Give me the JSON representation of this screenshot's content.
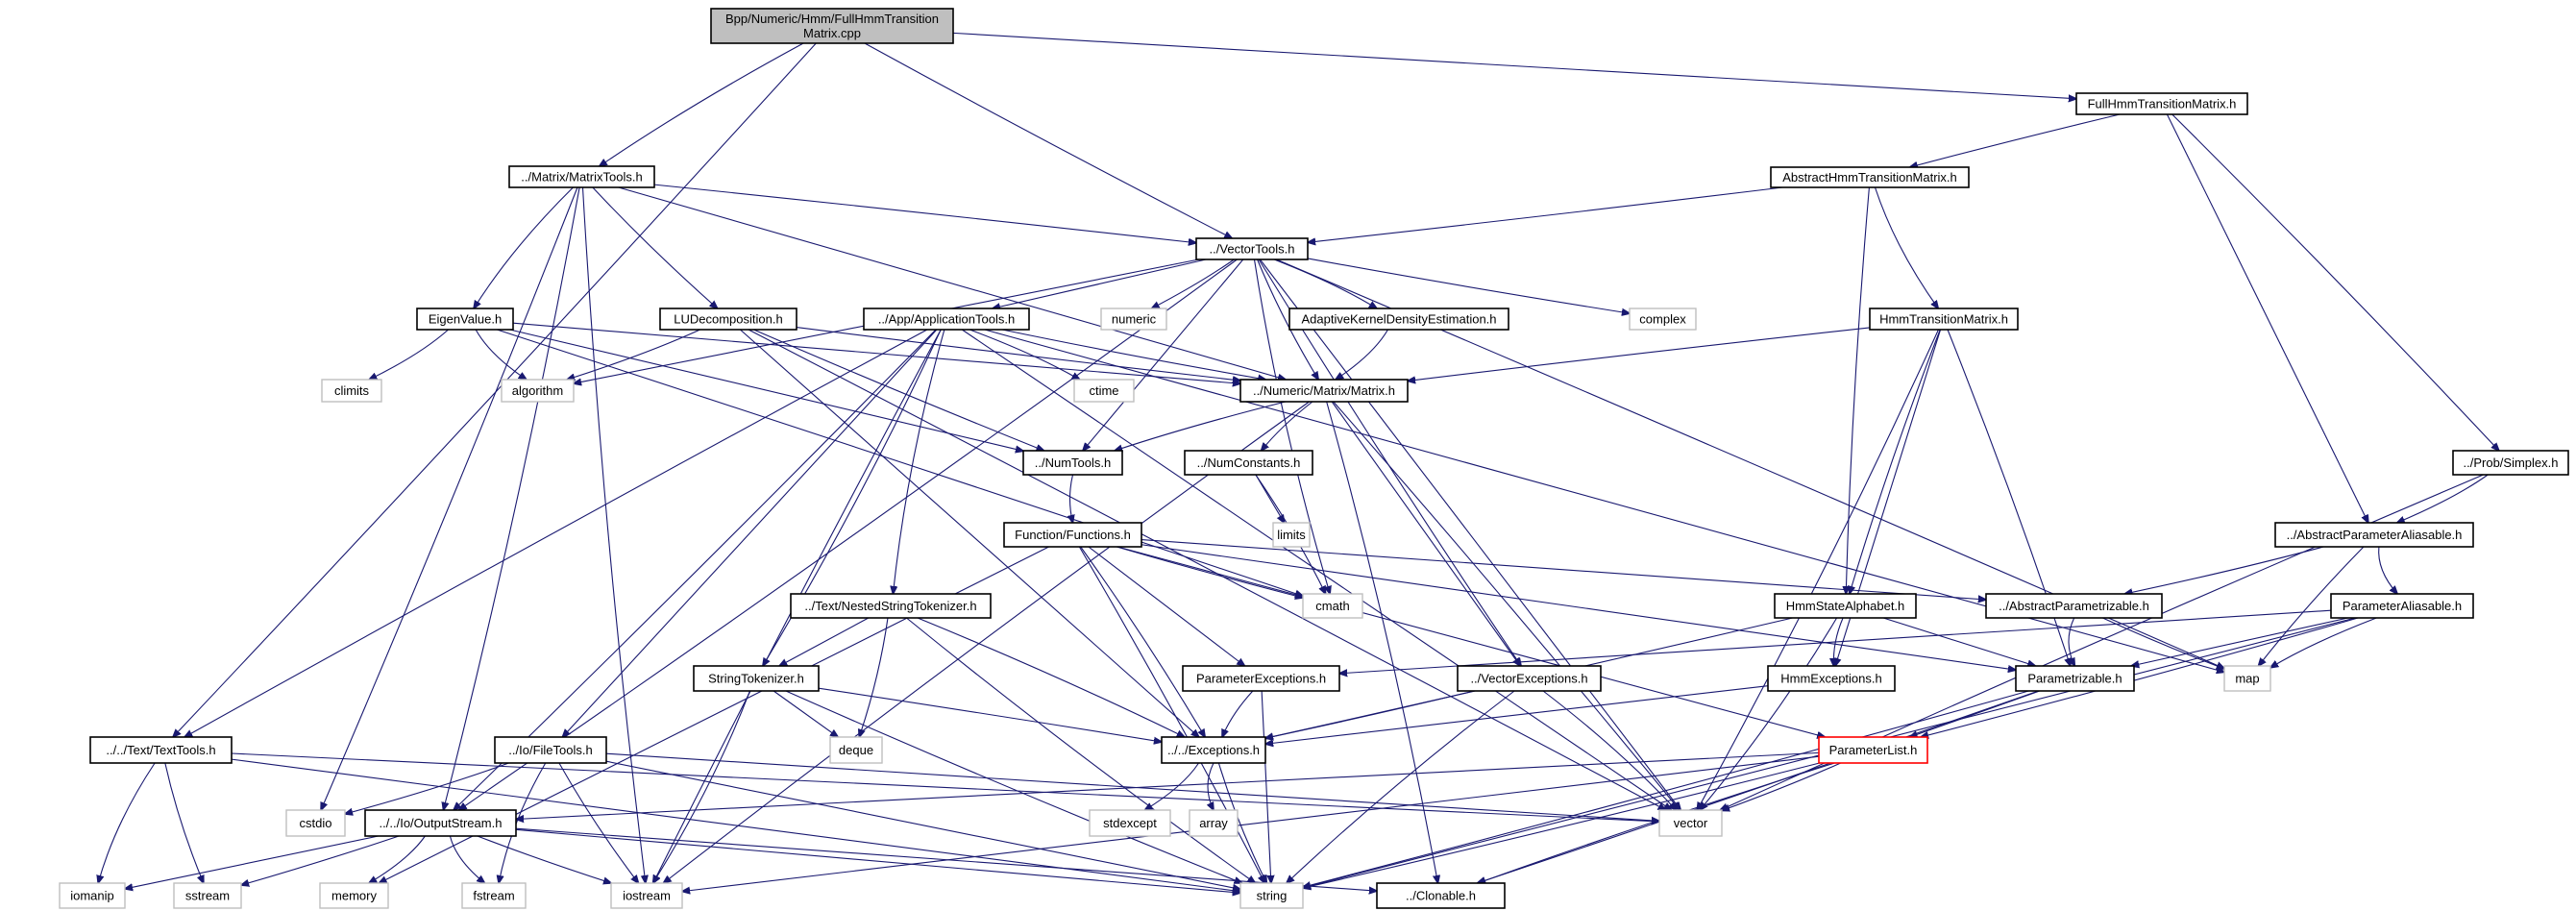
{
  "diagram": {
    "type": "include-dependency-graph",
    "edge_color": "#191970",
    "highlight_color": "#ff0000",
    "root_fill": "#bfbfbf",
    "nodes": [
      {
        "id": "root",
        "lines": [
          "Bpp/Numeric/Hmm/FullHmmTransition",
          "Matrix.cpp"
        ],
        "kind": "root"
      },
      {
        "id": "matrixtools",
        "lines": [
          "../Matrix/MatrixTools.h"
        ],
        "kind": "file"
      },
      {
        "id": "vectortools",
        "lines": [
          "../VectorTools.h"
        ],
        "kind": "file"
      },
      {
        "id": "fullhmm",
        "lines": [
          "FullHmmTransitionMatrix.h"
        ],
        "kind": "file"
      },
      {
        "id": "abstracthmm",
        "lines": [
          "AbstractHmmTransitionMatrix.h"
        ],
        "kind": "file"
      },
      {
        "id": "eigenvalue",
        "lines": [
          "EigenValue.h"
        ],
        "kind": "file"
      },
      {
        "id": "ludecomp",
        "lines": [
          "LUDecomposition.h"
        ],
        "kind": "file"
      },
      {
        "id": "apptools",
        "lines": [
          "../App/ApplicationTools.h"
        ],
        "kind": "file"
      },
      {
        "id": "numeric",
        "lines": [
          "numeric"
        ],
        "kind": "sys"
      },
      {
        "id": "akde",
        "lines": [
          "AdaptiveKernelDensityEstimation.h"
        ],
        "kind": "file"
      },
      {
        "id": "complex",
        "lines": [
          "complex"
        ],
        "kind": "sys"
      },
      {
        "id": "hmmtm",
        "lines": [
          "HmmTransitionMatrix.h"
        ],
        "kind": "file"
      },
      {
        "id": "climits",
        "lines": [
          "climits"
        ],
        "kind": "sys"
      },
      {
        "id": "algorithm",
        "lines": [
          "algorithm"
        ],
        "kind": "sys"
      },
      {
        "id": "ctime",
        "lines": [
          "ctime"
        ],
        "kind": "sys"
      },
      {
        "id": "matrix",
        "lines": [
          "../Numeric/Matrix/Matrix.h"
        ],
        "kind": "file"
      },
      {
        "id": "numtools",
        "lines": [
          "../NumTools.h"
        ],
        "kind": "file"
      },
      {
        "id": "numconst",
        "lines": [
          "../NumConstants.h"
        ],
        "kind": "file"
      },
      {
        "id": "simplex",
        "lines": [
          "../Prob/Simplex.h"
        ],
        "kind": "file"
      },
      {
        "id": "functions",
        "lines": [
          "Function/Functions.h"
        ],
        "kind": "file"
      },
      {
        "id": "limits",
        "lines": [
          "limits"
        ],
        "kind": "sys"
      },
      {
        "id": "absparamalias",
        "lines": [
          "../AbstractParameterAliasable.h"
        ],
        "kind": "file"
      },
      {
        "id": "nested",
        "lines": [
          "../Text/NestedStringTokenizer.h"
        ],
        "kind": "file"
      },
      {
        "id": "cmath",
        "lines": [
          "cmath"
        ],
        "kind": "sys"
      },
      {
        "id": "hmmstate",
        "lines": [
          "HmmStateAlphabet.h"
        ],
        "kind": "file"
      },
      {
        "id": "absparametrizable",
        "lines": [
          "../AbstractParametrizable.h"
        ],
        "kind": "file"
      },
      {
        "id": "paramalias",
        "lines": [
          "ParameterAliasable.h"
        ],
        "kind": "file"
      },
      {
        "id": "strtok",
        "lines": [
          "StringTokenizer.h"
        ],
        "kind": "file"
      },
      {
        "id": "paramexc",
        "lines": [
          "ParameterExceptions.h"
        ],
        "kind": "file"
      },
      {
        "id": "vecexc",
        "lines": [
          "../VectorExceptions.h"
        ],
        "kind": "file"
      },
      {
        "id": "hmmexc",
        "lines": [
          "HmmExceptions.h"
        ],
        "kind": "file"
      },
      {
        "id": "parametrizable",
        "lines": [
          "Parametrizable.h"
        ],
        "kind": "file"
      },
      {
        "id": "map",
        "lines": [
          "map"
        ],
        "kind": "sys"
      },
      {
        "id": "texttools",
        "lines": [
          "../../Text/TextTools.h"
        ],
        "kind": "file"
      },
      {
        "id": "filetools",
        "lines": [
          "../Io/FileTools.h"
        ],
        "kind": "file"
      },
      {
        "id": "deque",
        "lines": [
          "deque"
        ],
        "kind": "sys"
      },
      {
        "id": "exceptions",
        "lines": [
          "../../Exceptions.h"
        ],
        "kind": "file"
      },
      {
        "id": "paramlist",
        "lines": [
          "ParameterList.h"
        ],
        "kind": "highlight"
      },
      {
        "id": "cstdio",
        "lines": [
          "cstdio"
        ],
        "kind": "sys"
      },
      {
        "id": "outstream",
        "lines": [
          "../../Io/OutputStream.h"
        ],
        "kind": "file"
      },
      {
        "id": "stdexcept",
        "lines": [
          "stdexcept"
        ],
        "kind": "sys"
      },
      {
        "id": "array",
        "lines": [
          "array"
        ],
        "kind": "sys"
      },
      {
        "id": "vector",
        "lines": [
          "vector"
        ],
        "kind": "sys"
      },
      {
        "id": "iomanip",
        "lines": [
          "iomanip"
        ],
        "kind": "sys"
      },
      {
        "id": "sstream",
        "lines": [
          "sstream"
        ],
        "kind": "sys"
      },
      {
        "id": "memory",
        "lines": [
          "memory"
        ],
        "kind": "sys"
      },
      {
        "id": "fstream",
        "lines": [
          "fstream"
        ],
        "kind": "sys"
      },
      {
        "id": "iostream",
        "lines": [
          "iostream"
        ],
        "kind": "sys"
      },
      {
        "id": "string",
        "lines": [
          "string"
        ],
        "kind": "sys"
      },
      {
        "id": "clonable",
        "lines": [
          "../Clonable.h"
        ],
        "kind": "file"
      }
    ],
    "edges": [
      [
        "root",
        "matrixtools"
      ],
      [
        "root",
        "vectortools"
      ],
      [
        "root",
        "fullhmm"
      ],
      [
        "root",
        "texttools"
      ],
      [
        "matrixtools",
        "vectortools"
      ],
      [
        "matrixtools",
        "eigenvalue"
      ],
      [
        "matrixtools",
        "ludecomp"
      ],
      [
        "matrixtools",
        "matrix"
      ],
      [
        "matrixtools",
        "cstdio"
      ],
      [
        "matrixtools",
        "outstream"
      ],
      [
        "matrixtools",
        "iostream"
      ],
      [
        "fullhmm",
        "abstracthmm"
      ],
      [
        "fullhmm",
        "absparamalias"
      ],
      [
        "fullhmm",
        "simplex"
      ],
      [
        "abstracthmm",
        "vectortools"
      ],
      [
        "abstracthmm",
        "hmmtm"
      ],
      [
        "abstracthmm",
        "hmmstate"
      ],
      [
        "vectortools",
        "apptools"
      ],
      [
        "vectortools",
        "numeric"
      ],
      [
        "vectortools",
        "akde"
      ],
      [
        "vectortools",
        "complex"
      ],
      [
        "vectortools",
        "matrix"
      ],
      [
        "vectortools",
        "numtools"
      ],
      [
        "vectortools",
        "algorithm"
      ],
      [
        "vectortools",
        "outstream"
      ],
      [
        "vectortools",
        "cmath"
      ],
      [
        "vectortools",
        "vecexc"
      ],
      [
        "vectortools",
        "vector"
      ],
      [
        "vectortools",
        "map"
      ],
      [
        "eigenvalue",
        "climits"
      ],
      [
        "eigenvalue",
        "algorithm"
      ],
      [
        "eigenvalue",
        "matrix"
      ],
      [
        "eigenvalue",
        "numtools"
      ],
      [
        "eigenvalue",
        "cmath"
      ],
      [
        "ludecomp",
        "algorithm"
      ],
      [
        "ludecomp",
        "matrix"
      ],
      [
        "ludecomp",
        "numtools"
      ],
      [
        "ludecomp",
        "exceptions"
      ],
      [
        "ludecomp",
        "vector"
      ],
      [
        "apptools",
        "ctime"
      ],
      [
        "apptools",
        "matrix"
      ],
      [
        "apptools",
        "texttools"
      ],
      [
        "apptools",
        "filetools"
      ],
      [
        "apptools",
        "outstream"
      ],
      [
        "apptools",
        "strtok"
      ],
      [
        "apptools",
        "nested"
      ],
      [
        "apptools",
        "iostream"
      ],
      [
        "apptools",
        "vector"
      ],
      [
        "apptools",
        "map"
      ],
      [
        "akde",
        "matrix"
      ],
      [
        "hmmtm",
        "matrix"
      ],
      [
        "hmmtm",
        "hmmstate"
      ],
      [
        "hmmtm",
        "hmmexc"
      ],
      [
        "hmmtm",
        "parametrizable"
      ],
      [
        "hmmtm",
        "vector"
      ],
      [
        "matrix",
        "numtools"
      ],
      [
        "matrix",
        "numconst"
      ],
      [
        "matrix",
        "vecexc"
      ],
      [
        "matrix",
        "vector"
      ],
      [
        "matrix",
        "clonable"
      ],
      [
        "matrix",
        "iostream"
      ],
      [
        "numtools",
        "functions"
      ],
      [
        "numconst",
        "limits"
      ],
      [
        "numconst",
        "cmath"
      ],
      [
        "simplex",
        "absparamalias"
      ],
      [
        "simplex",
        "vector"
      ],
      [
        "functions",
        "cmath"
      ],
      [
        "functions",
        "paramexc"
      ],
      [
        "functions",
        "exceptions"
      ],
      [
        "functions",
        "absparametrizable"
      ],
      [
        "functions",
        "parametrizable"
      ],
      [
        "functions",
        "paramlist"
      ],
      [
        "functions",
        "memory"
      ],
      [
        "functions",
        "string"
      ],
      [
        "absparamalias",
        "absparametrizable"
      ],
      [
        "absparamalias",
        "paramalias"
      ],
      [
        "absparamalias",
        "map"
      ],
      [
        "nested",
        "strtok"
      ],
      [
        "nested",
        "deque"
      ],
      [
        "nested",
        "exceptions"
      ],
      [
        "nested",
        "string"
      ],
      [
        "hmmstate",
        "hmmexc"
      ],
      [
        "hmmstate",
        "parametrizable"
      ],
      [
        "hmmstate",
        "exceptions"
      ],
      [
        "hmmstate",
        "vector"
      ],
      [
        "absparametrizable",
        "parametrizable"
      ],
      [
        "absparametrizable",
        "map"
      ],
      [
        "paramalias",
        "parametrizable"
      ],
      [
        "paramalias",
        "paramexc"
      ],
      [
        "paramalias",
        "paramlist"
      ],
      [
        "paramalias",
        "map"
      ],
      [
        "paramalias",
        "string"
      ],
      [
        "strtok",
        "deque"
      ],
      [
        "strtok",
        "exceptions"
      ],
      [
        "strtok",
        "iostream"
      ],
      [
        "strtok",
        "string"
      ],
      [
        "paramexc",
        "exceptions"
      ],
      [
        "paramexc",
        "string"
      ],
      [
        "vecexc",
        "exceptions"
      ],
      [
        "vecexc",
        "vector"
      ],
      [
        "vecexc",
        "string"
      ],
      [
        "hmmexc",
        "exceptions"
      ],
      [
        "parametrizable",
        "paramlist"
      ],
      [
        "parametrizable",
        "clonable"
      ],
      [
        "parametrizable",
        "string"
      ],
      [
        "texttools",
        "iomanip"
      ],
      [
        "texttools",
        "sstream"
      ],
      [
        "texttools",
        "vector"
      ],
      [
        "texttools",
        "string"
      ],
      [
        "filetools",
        "cstdio"
      ],
      [
        "filetools",
        "fstream"
      ],
      [
        "filetools",
        "iostream"
      ],
      [
        "filetools",
        "vector"
      ],
      [
        "filetools",
        "string"
      ],
      [
        "exceptions",
        "stdexcept"
      ],
      [
        "exceptions",
        "array"
      ],
      [
        "exceptions",
        "string"
      ],
      [
        "paramlist",
        "outstream"
      ],
      [
        "paramlist",
        "vector"
      ],
      [
        "paramlist",
        "string"
      ],
      [
        "paramlist",
        "clonable"
      ],
      [
        "paramlist",
        "iostream"
      ],
      [
        "outstream",
        "iomanip"
      ],
      [
        "outstream",
        "sstream"
      ],
      [
        "outstream",
        "memory"
      ],
      [
        "outstream",
        "fstream"
      ],
      [
        "outstream",
        "iostream"
      ],
      [
        "outstream",
        "string"
      ],
      [
        "outstream",
        "clonable"
      ]
    ]
  }
}
